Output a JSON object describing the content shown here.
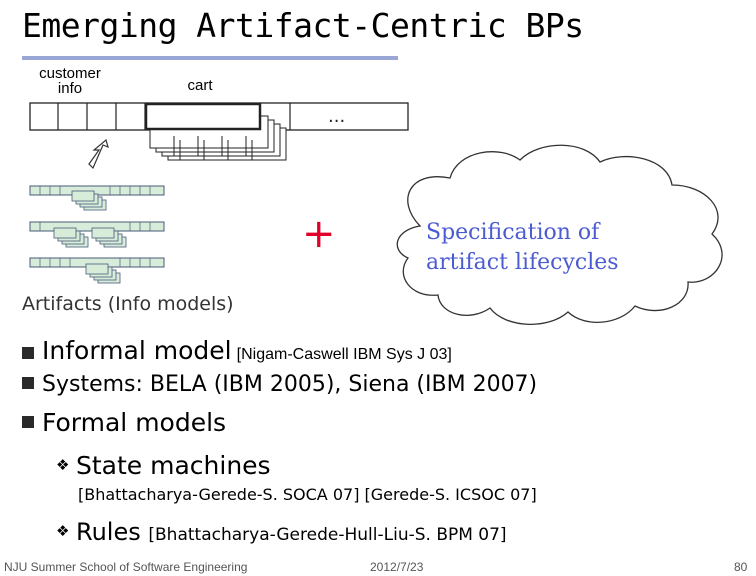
{
  "title": "Emerging Artifact-Centric BPs",
  "diagram": {
    "customer_label": "customer info",
    "customer_label_line1": "customer",
    "customer_label_line2": "info",
    "cart_label": "cart",
    "ellipsis": "...",
    "plus": "+",
    "cloud_text_line1": "Specification of",
    "cloud_text_line2": "artifact lifecycles"
  },
  "artifacts_heading": "Artifacts (Info models)",
  "bullets": {
    "informal_main": "Informal model",
    "informal_cite": "[Nigam-Caswell IBM Sys J 03]",
    "systems": "Systems: BELA (IBM 2005), Siena (IBM 2007)",
    "formal": "Formal models",
    "state_machines": "State machines",
    "state_cite": "[Bhattacharya-Gerede-S. SOCA 07] [Gerede-S. ICSOC 07]",
    "rules_main": "Rules",
    "rules_cite": "[Bhattacharya-Gerede-Hull-Liu-S. BPM 07]"
  },
  "footer": {
    "left": "NJU Summer School of Software Engineering",
    "date": "2012/7/23",
    "page": "80"
  },
  "colors": {
    "title_rule": "#9aa6d6",
    "cloud_text": "#4b5bd0",
    "plus": "#e0002a",
    "cell_fill": "#d7ecd9",
    "cell_stroke": "#4a5a7a"
  }
}
